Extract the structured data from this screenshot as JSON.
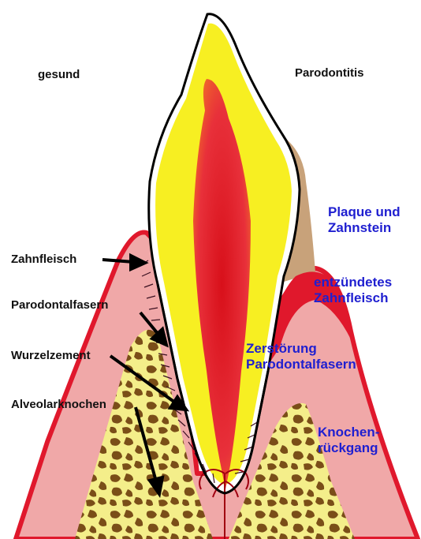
{
  "headings": {
    "left": "gesund",
    "right": "Parodontitis"
  },
  "left_labels": {
    "zahnfleisch": "Zahnfleisch",
    "parodontalfasern": "Parodontalfasern",
    "wurzelzement": "Wurzelzement",
    "alveolarknochen": "Alveolarknochen"
  },
  "right_labels": {
    "plaque": [
      "Plaque und",
      "Zahnstein"
    ],
    "entzuendet": [
      "entzündetes",
      "Zahnfleisch"
    ],
    "zerstoerung": [
      "Zerstörung",
      "Parodontalfasern"
    ],
    "knochen": [
      "Knochen-",
      "rückgang"
    ]
  },
  "colors": {
    "gum_red": "#e0182c",
    "gum_pink": "#f0a8a8",
    "bone_yellow": "#f4ee8a",
    "bone_spots": "#7a4e18",
    "enamel": "#f7ef22",
    "pulp_red": "#d8101a",
    "calculus": "#c8a27a",
    "label_blue": "#1f1fd0"
  }
}
